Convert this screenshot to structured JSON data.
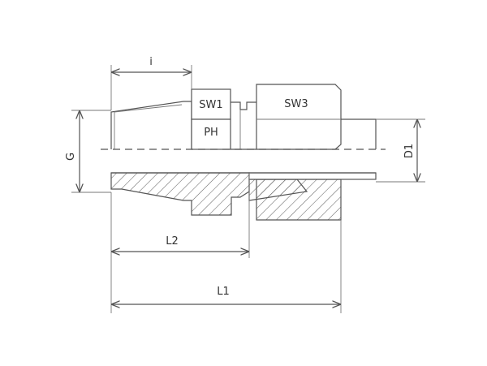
{
  "diagram": {
    "labels": {
      "i": "i",
      "sw1": "SW1",
      "ph": "PH",
      "sw3": "SW3",
      "g": "G",
      "d1": "D1",
      "l2": "L2",
      "l1": "L1"
    },
    "colors": {
      "line": "#555555",
      "hatch": "#666666",
      "text": "#333333",
      "background": "#ffffff"
    }
  }
}
